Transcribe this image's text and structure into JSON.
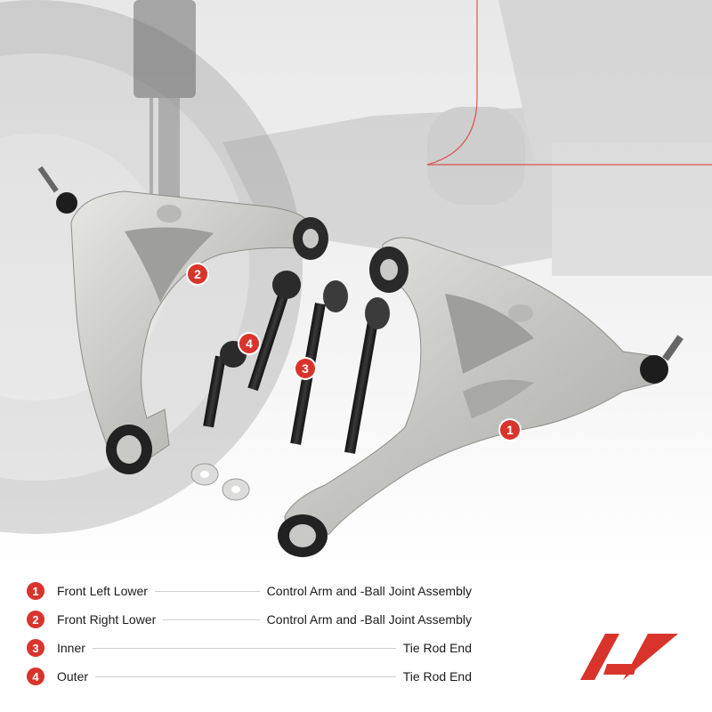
{
  "markers": [
    {
      "num": "1",
      "icon": "circle-badge"
    },
    {
      "num": "2",
      "icon": "circle-badge"
    },
    {
      "num": "3",
      "icon": "circle-badge"
    },
    {
      "num": "4",
      "icon": "circle-badge"
    }
  ],
  "legend": [
    {
      "num": "1",
      "position": "Front Left Lower",
      "description": "Control Arm and -Ball Joint Assembly"
    },
    {
      "num": "2",
      "position": "Front Right Lower",
      "description": "Control Arm and -Ball Joint Assembly"
    },
    {
      "num": "3",
      "position": "Inner",
      "description": "Tie Rod End"
    },
    {
      "num": "4",
      "position": "Outer",
      "description": "Tie Rod End"
    }
  ],
  "colors": {
    "accent": "#d8342c",
    "text": "#1a1a1a",
    "part_silver": "#c9c9c6",
    "part_black": "#1b1b1b"
  },
  "logo": {
    "icon": "brand-logo"
  }
}
